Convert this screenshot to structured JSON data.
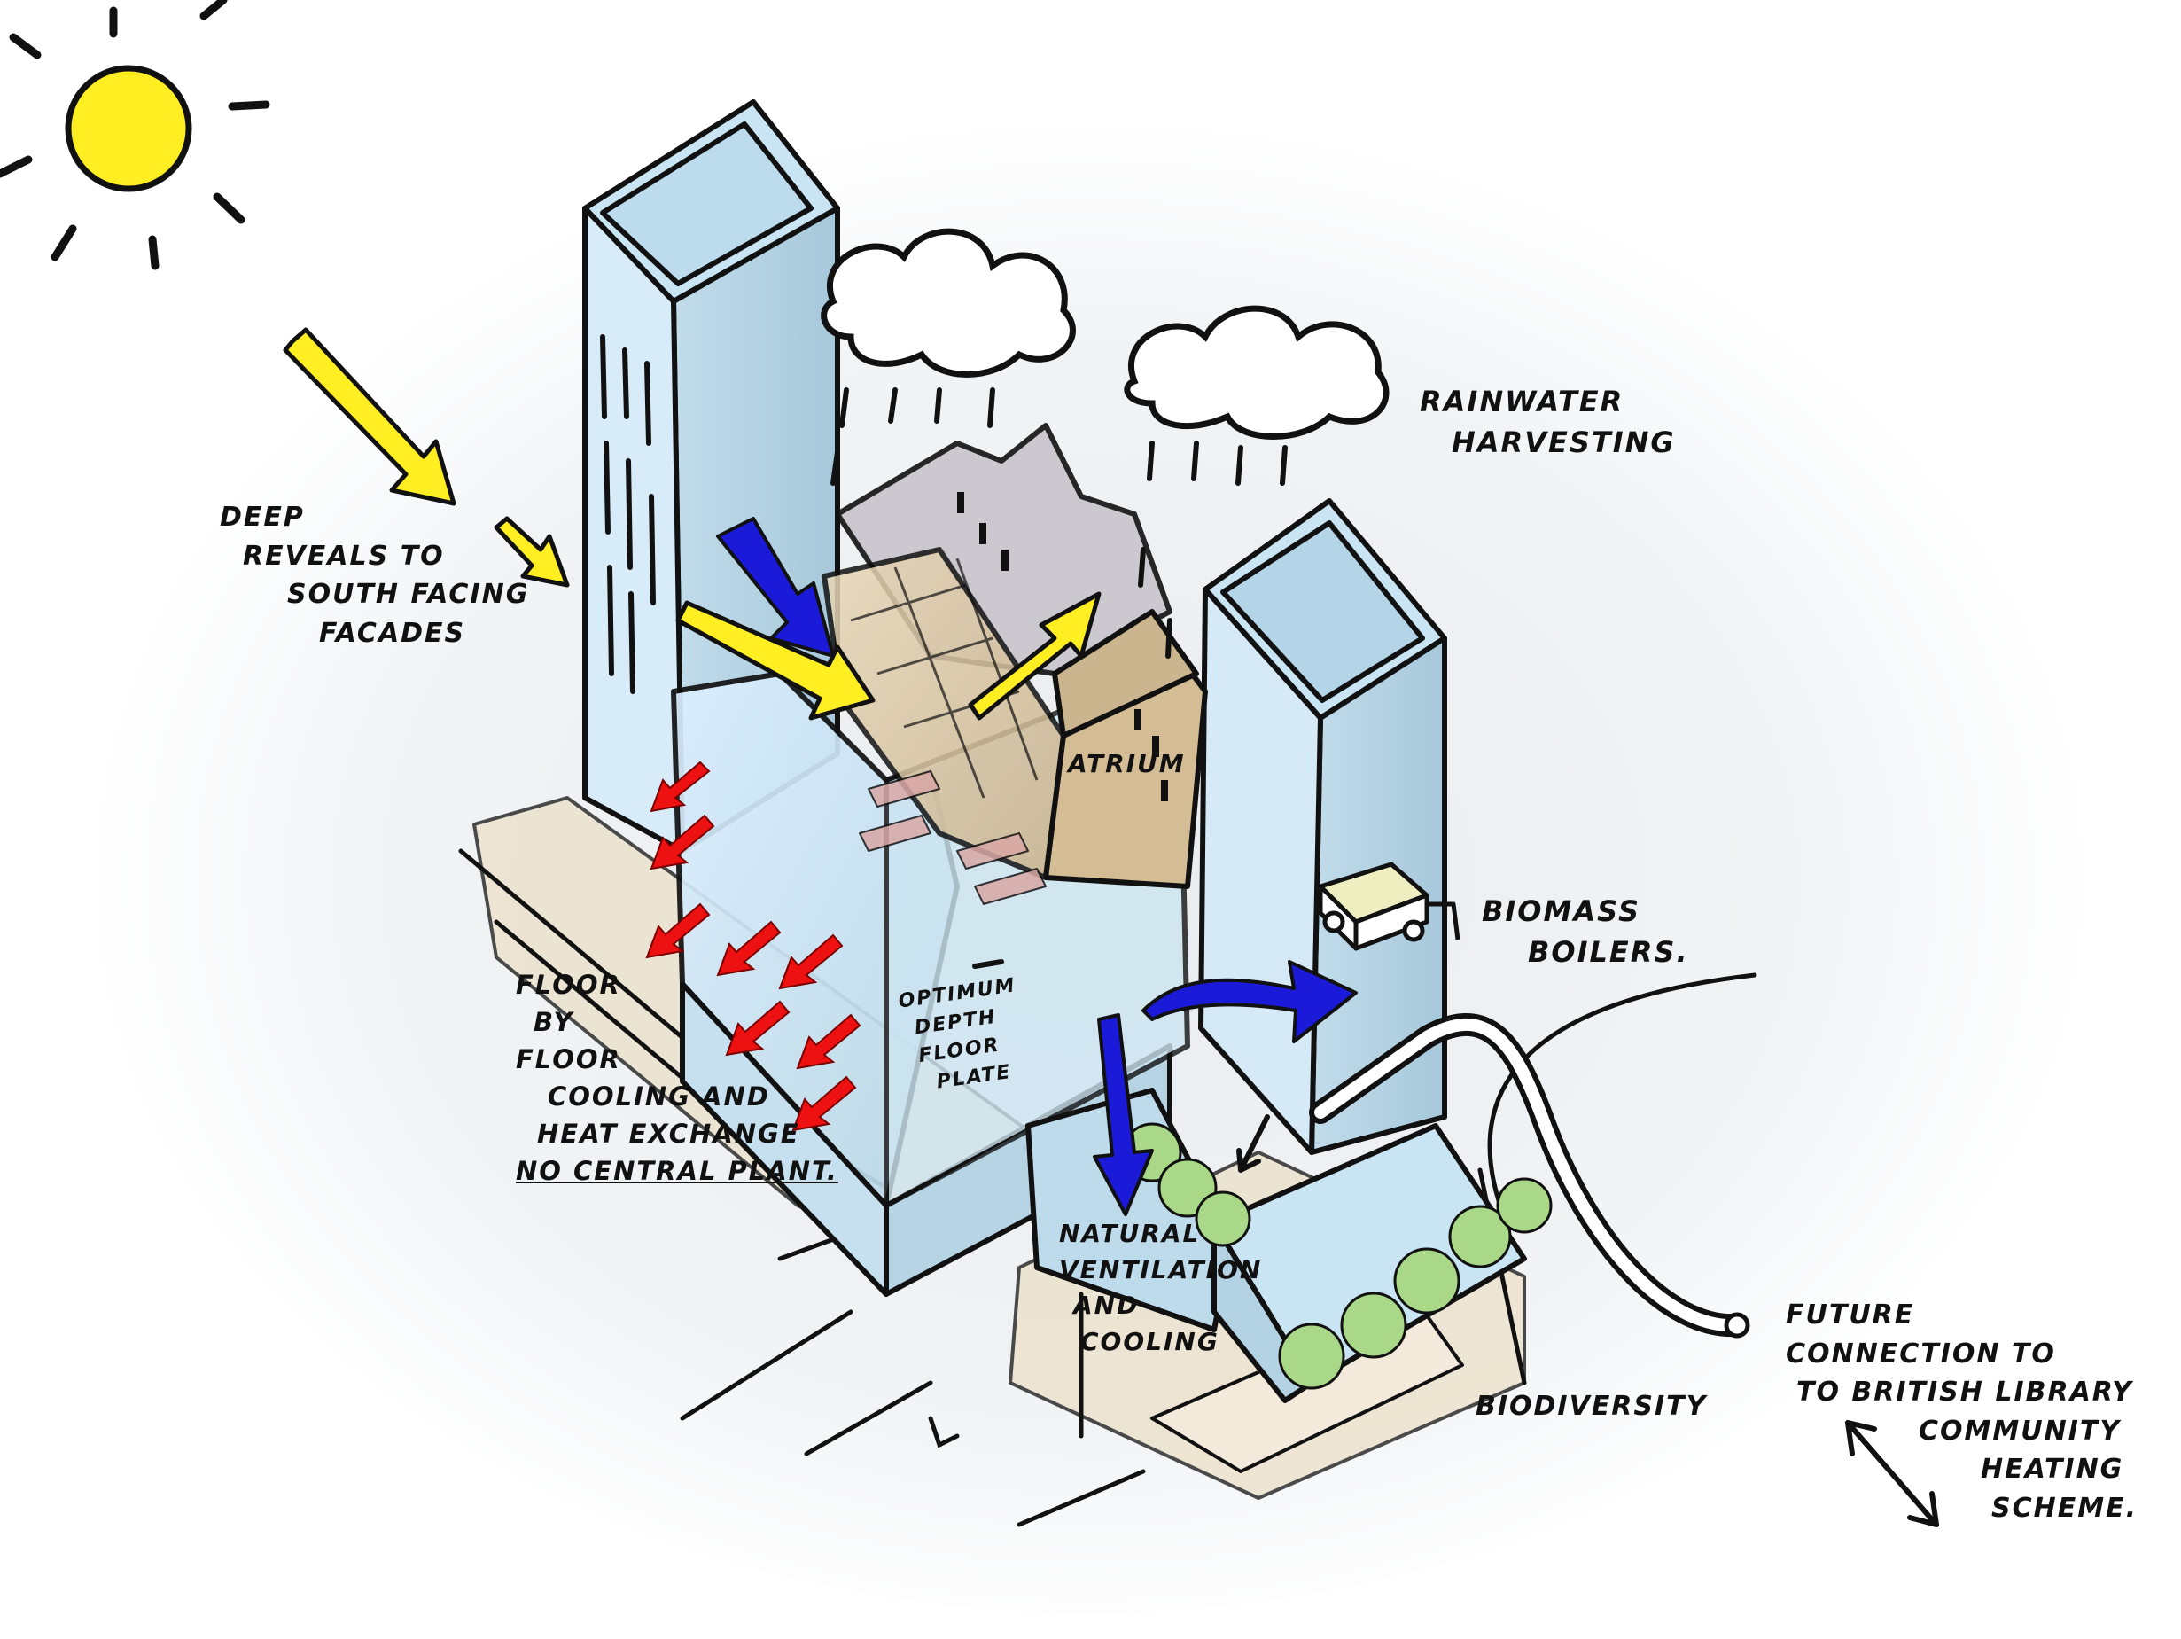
{
  "labels": {
    "deep_reveals": [
      "DEEP",
      "REVEALS TO",
      "SOUTH FACING",
      "FACADES"
    ],
    "rainwater": [
      "RAINWATER",
      "HARVESTING"
    ],
    "atrium": "ATRIUM",
    "biomass": [
      "BIOMASS",
      "BOILERS."
    ],
    "floor_plate": [
      "OPTIMUM",
      "DEPTH",
      "FLOOR",
      "PLATE"
    ],
    "floor_cooling": [
      "FLOOR",
      "BY",
      "FLOOR",
      "COOLING AND",
      "HEAT EXCHANGE",
      "NO CENTRAL PLANT."
    ],
    "natural_vent": [
      "NATURAL",
      "VENTILATION",
      "AND",
      "COOLING"
    ],
    "biodiversity": "BIODIVERSITY",
    "future_connection": [
      "FUTURE",
      "CONNECTION TO",
      "TO BRITISH LIBRARY",
      "COMMUNITY",
      "HEATING",
      "SCHEME."
    ]
  },
  "colors": {
    "sun": "#ffee22",
    "solar_arrow": "#ffee22",
    "air_arrow": "#1a1ad8",
    "heat_arrow": "#ee1111",
    "glass": "#cfe6f2",
    "ground": "#ece0c8",
    "atrium": "#d9c7a8",
    "trees": "#a9d889"
  }
}
